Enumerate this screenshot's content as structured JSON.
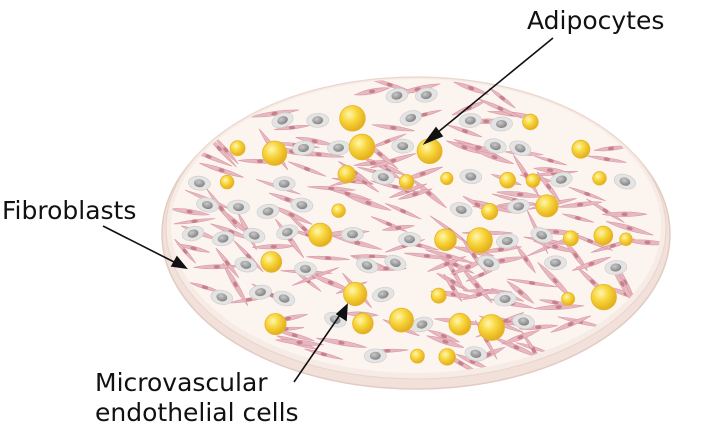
{
  "labels": {
    "adipocytes": "Adipocytes",
    "fibroblasts": "Fibroblasts",
    "microvascular_line1": "Microvascular",
    "microvascular_line2": "endothelial cells"
  },
  "colors": {
    "dish_fill": "#fbf3ee",
    "dish_rim": "#efdcd4",
    "fibroblast": "#e8b8c0",
    "fibroblast_nucleus": "#c9808d",
    "adipocyte": "#f2c82e",
    "endothelial": "#e4e4e4",
    "endothelial_nucleus": "#8f8f8f"
  }
}
